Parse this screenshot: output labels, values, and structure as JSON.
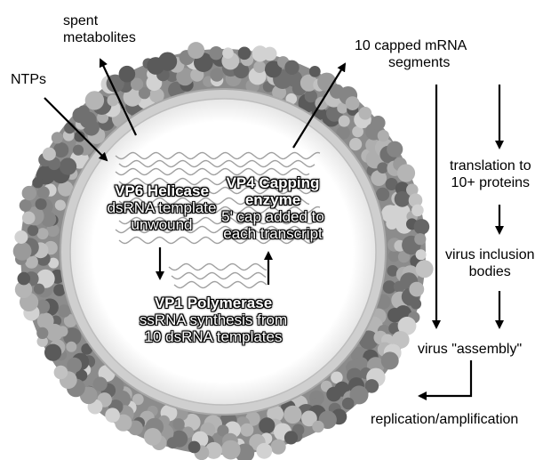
{
  "labels": {
    "spent_metabolites_1": "spent",
    "spent_metabolites_2": "metabolites",
    "ntps": "NTPs",
    "capped_mrna_1": "10 capped mRNA",
    "capped_mrna_2": "segments",
    "translation_1": "translation to",
    "translation_2": "10+ proteins",
    "inclusion_1": "virus inclusion",
    "inclusion_2": "bodies",
    "assembly": "virus \"assembly\"",
    "replication": "replication/amplification"
  },
  "inner": {
    "vp6_title": "VP6 Helicase",
    "vp6_line1": "dsRNA template",
    "vp6_line2": "unwound",
    "vp4_title_1": "VP4 Capping",
    "vp4_title_2": "enzyme",
    "vp4_line1": "5' cap added to",
    "vp4_line2": "each transcript",
    "vp1_title": "VP1 Polymerase",
    "vp1_line1": "ssRNA synthesis from",
    "vp1_line2": "10 dsRNA templates"
  },
  "colors": {
    "shell_dark": "#4a4a4a",
    "shell_mid": "#8a8a8a",
    "shell_light": "#bdbdbd",
    "ring": "#c8c8c8",
    "core_fill": "#ffffff",
    "arrow": "#000000"
  }
}
